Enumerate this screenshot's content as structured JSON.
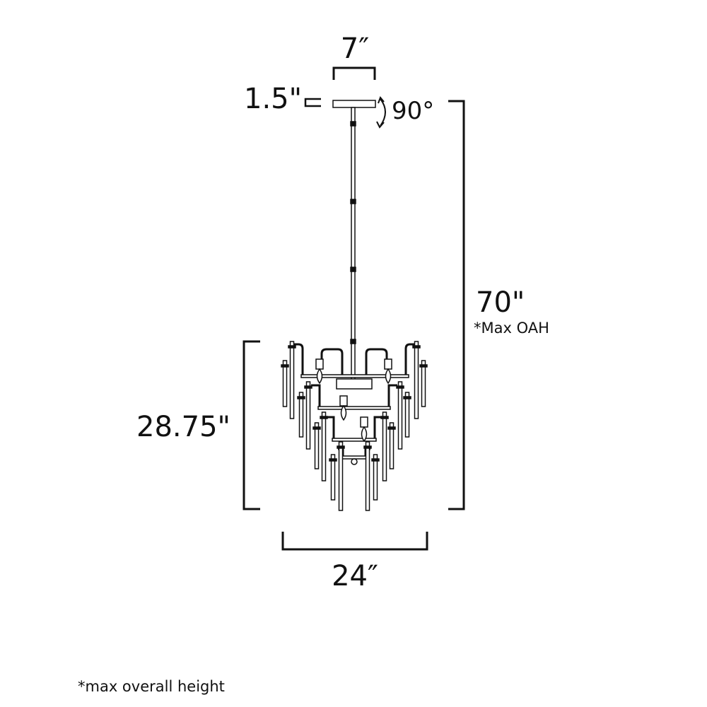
{
  "dimensions": {
    "canopy_width": "7″",
    "canopy_height": "1.5\"",
    "rotation": "90°",
    "overall_height": "70\"",
    "overall_height_note": "*Max OAH",
    "fixture_height": "28.75\"",
    "fixture_width": "24″"
  },
  "footnote": "*max overall height",
  "colors": {
    "line": "#111111",
    "background": "#ffffff"
  }
}
